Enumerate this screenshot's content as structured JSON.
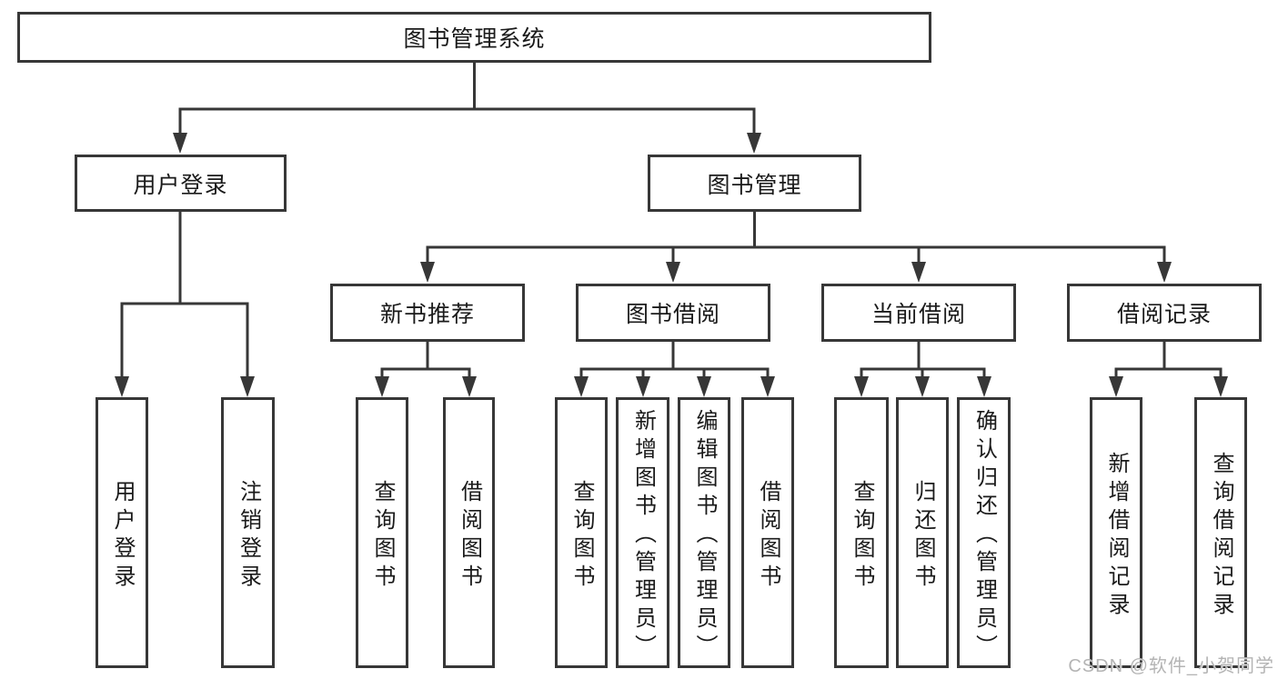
{
  "diagram": {
    "root": {
      "label": "图书管理系统",
      "children": [
        {
          "label": "用户登录",
          "children": [
            {
              "label": "用户登录"
            },
            {
              "label": "注销登录"
            }
          ]
        },
        {
          "label": "图书管理",
          "children": [
            {
              "label": "新书推荐",
              "children": [
                {
                  "label": "查询图书"
                },
                {
                  "label": "借阅图书"
                }
              ]
            },
            {
              "label": "图书借阅",
              "children": [
                {
                  "label": "查询图书"
                },
                {
                  "label": "新增图书（管理员）"
                },
                {
                  "label": "编辑图书（管理员）"
                },
                {
                  "label": "借阅图书"
                }
              ]
            },
            {
              "label": "当前借阅",
              "children": [
                {
                  "label": "查询图书"
                },
                {
                  "label": "归还图书"
                },
                {
                  "label": "确认归还（管理员）"
                }
              ]
            },
            {
              "label": "借阅记录",
              "children": [
                {
                  "label": "新增借阅记录"
                },
                {
                  "label": "查询借阅记录"
                }
              ]
            }
          ]
        }
      ]
    },
    "watermark": "CSDN @软件_小贺同学",
    "colors": {
      "line": "#373737",
      "text": "#1a1a1a",
      "box_background": "#ffffff",
      "page_background": "#ffffff",
      "watermark": "#b4b4b4"
    }
  }
}
